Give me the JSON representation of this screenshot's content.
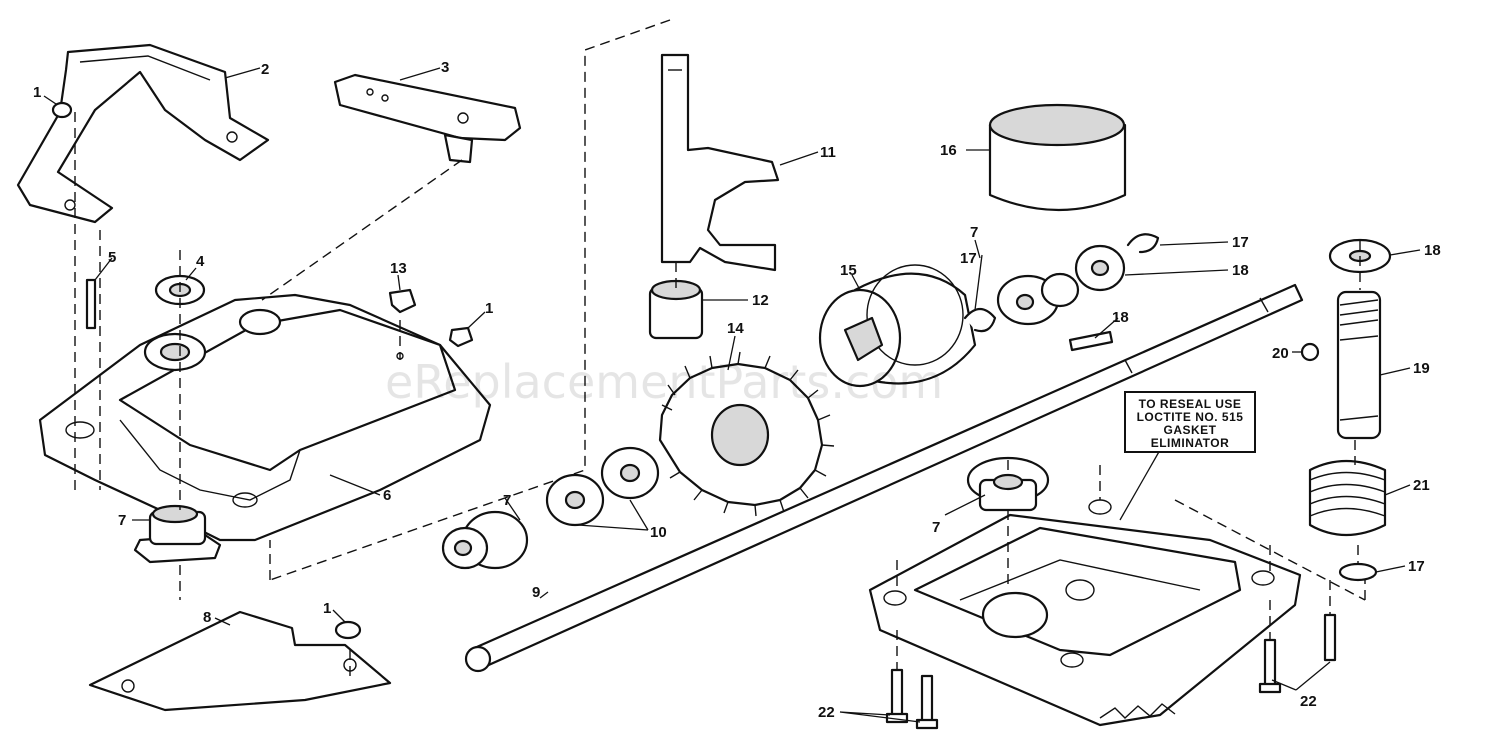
{
  "callouts": {
    "c1a": "1",
    "c1b": "1",
    "c1c": "1",
    "c2": "2",
    "c3": "3",
    "c4": "4",
    "c5": "5",
    "c6": "6",
    "c7a": "7",
    "c7b": "7",
    "c7c": "7",
    "c7d": "7",
    "c8": "8",
    "c9": "9",
    "c10": "10",
    "c11": "11",
    "c12": "12",
    "c13": "13",
    "c14": "14",
    "c15": "15",
    "c16": "16",
    "c17a": "17",
    "c17b": "17",
    "c17c": "17",
    "c18a": "18",
    "c18b": "18",
    "c18c": "18",
    "c19": "19",
    "c20": "20",
    "c21": "21",
    "c22a": "22",
    "c22b": "22"
  },
  "note": {
    "line1": "TO RESEAL USE",
    "line2": "LOCTITE NO. 515",
    "line3": "GASKET",
    "line4": "ELIMINATOR"
  },
  "watermark": "eReplacementParts.com"
}
